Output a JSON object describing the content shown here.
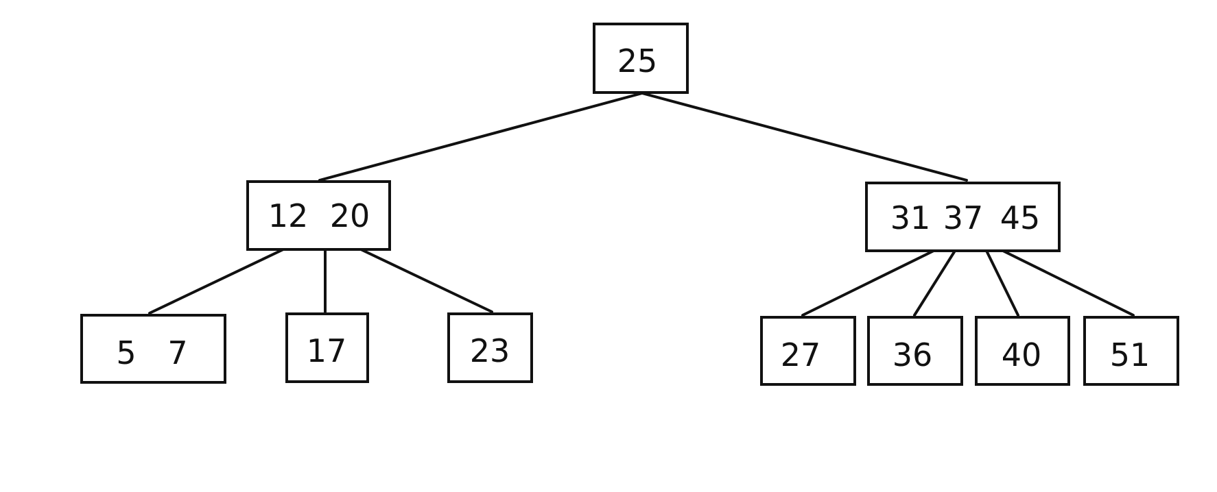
{
  "tree": {
    "root": {
      "keys": [
        "25"
      ]
    },
    "level1": [
      {
        "keys": [
          "12",
          "20"
        ]
      },
      {
        "keys": [
          "31",
          "37",
          "45"
        ]
      }
    ],
    "leaves": [
      {
        "keys": [
          "5",
          "7"
        ]
      },
      {
        "keys": [
          "17"
        ]
      },
      {
        "keys": [
          "23"
        ]
      },
      {
        "keys": [
          "27"
        ]
      },
      {
        "keys": [
          "36"
        ]
      },
      {
        "keys": [
          "40"
        ]
      },
      {
        "keys": [
          "51"
        ]
      }
    ]
  }
}
